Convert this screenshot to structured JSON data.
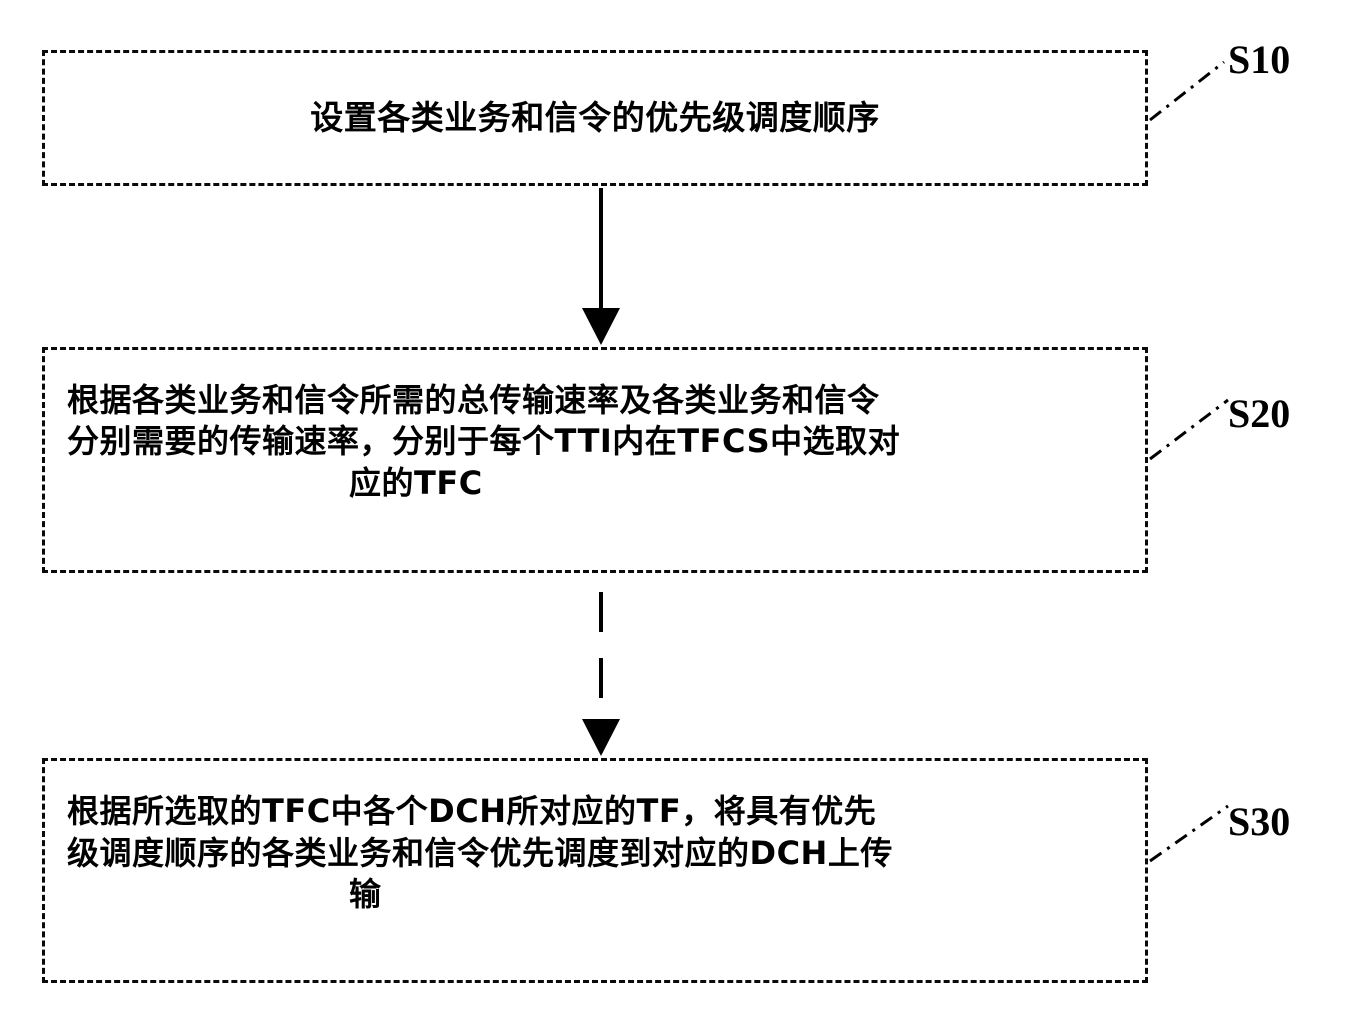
{
  "document": {
    "type": "patent-flowchart",
    "background_color": "#ffffff",
    "line_color": "#000000"
  },
  "flow": {
    "steps": [
      {
        "id": "S10",
        "label": "S10",
        "lines": [
          "设置各类业务和信令的优先级调度顺序"
        ],
        "text": "设置各类业务和信令的优先级调度顺序"
      },
      {
        "id": "S20",
        "label": "S20",
        "lines": [
          "根据各类业务和信令所需的总传输速率及各类业务和信令",
          "分别需要的传输速率，分别于每个TTI内在TFCS中选取对",
          "应的TFC"
        ],
        "text": "根据各类业务和信令所需的总传输速率及各类业务和信令分别需要的传输速率，分别于每个TTI内在TFCS中选取对应的TFC"
      },
      {
        "id": "S30",
        "label": "S30",
        "lines": [
          "根据所选取的TFC中各个DCH所对应的TF，将具有优先",
          "级调度顺序的各类业务和信令优先调度到对应的DCH上传",
          "输"
        ],
        "text": "根据所选取的TFC中各个DCH所对应的TF，将具有优先级调度顺序的各类业务和信令优先调度到对应的DCH上传输"
      }
    ],
    "connectors": [
      {
        "id": "arrow-s10-s20",
        "from": "S10",
        "to": "S20",
        "style": "solid",
        "direction": "down"
      },
      {
        "id": "arrow-s20-s30",
        "from": "S20",
        "to": "S30",
        "style": "dashed",
        "direction": "down"
      }
    ],
    "leaders": [
      {
        "id": "leader-s10",
        "target": "S10",
        "style": "dash-dot"
      },
      {
        "id": "leader-s20",
        "target": "S20",
        "style": "dash-dot"
      },
      {
        "id": "leader-s30",
        "target": "S30",
        "style": "dash-dot"
      }
    ]
  }
}
